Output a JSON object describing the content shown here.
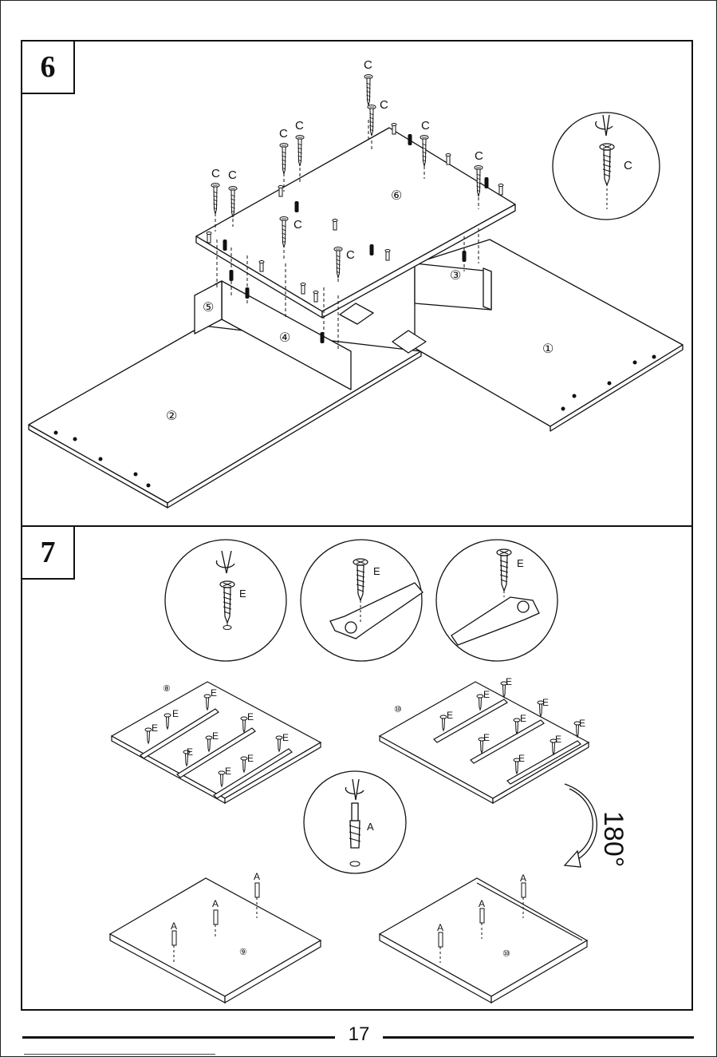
{
  "steps": [
    {
      "number": "6"
    },
    {
      "number": "7"
    }
  ],
  "labels": {
    "screw_c": "C",
    "screw_e": "E",
    "dowel_a": "A"
  },
  "parts": {
    "p1": "①",
    "p2": "②",
    "p3": "③",
    "p4": "④",
    "p5": "⑤",
    "p6": "⑥",
    "p8": "⑧",
    "p9": "⑨",
    "p10": "⑩"
  },
  "rotation": "180°",
  "footer": {
    "page_number": "17"
  }
}
